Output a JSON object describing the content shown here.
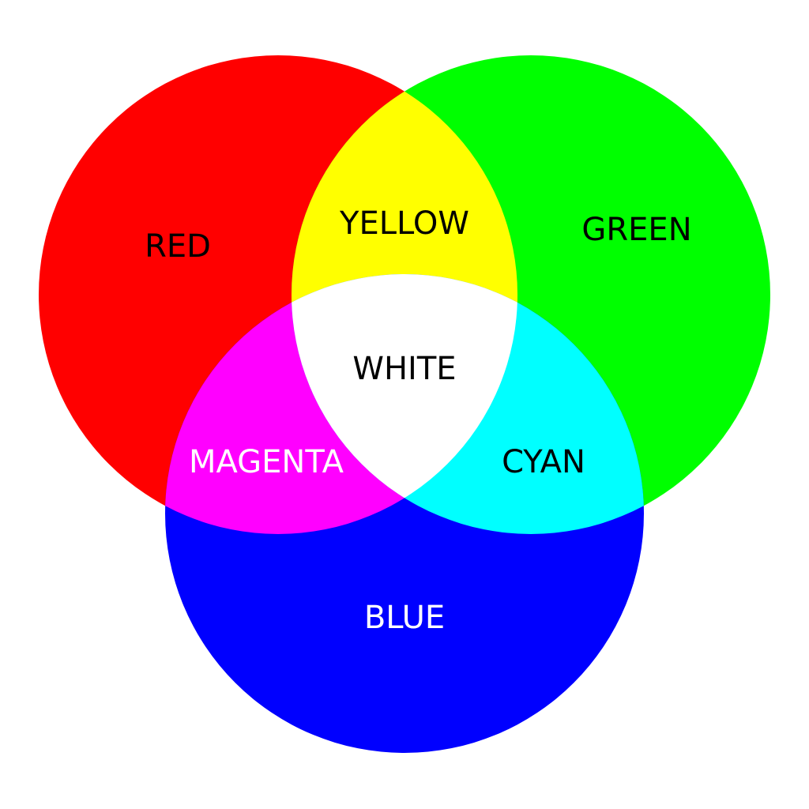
{
  "colors": {
    "background": "#FFFFFF",
    "red": "#FF0000",
    "green": "#00FF00",
    "blue": "#0000FF",
    "yellow": "#FFFF00",
    "magenta": "#FF00FF",
    "cyan": "#00FFFF",
    "white": "#FFFFFF",
    "dark_label": "#000000",
    "light_label": "#FFFFFF"
  },
  "labels": {
    "red": "RED",
    "green": "GREEN",
    "blue": "BLUE",
    "yellow": "YELLOW",
    "magenta": "MAGENTA",
    "cyan": "CYAN",
    "white": "WHITE"
  }
}
